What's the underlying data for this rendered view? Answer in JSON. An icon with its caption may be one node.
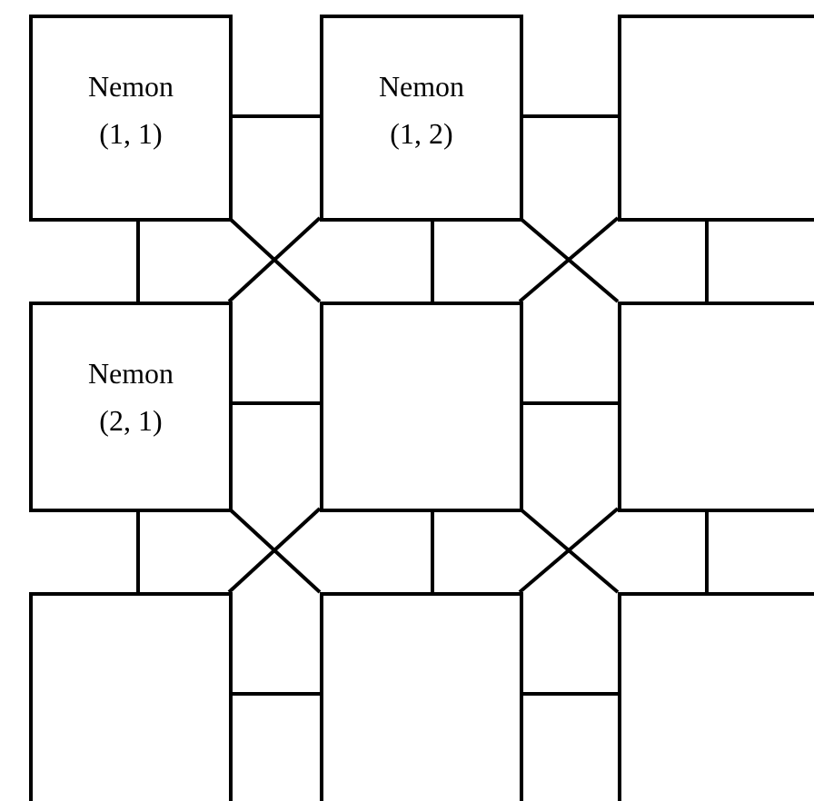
{
  "diagram": {
    "nodes": [
      {
        "text": [
          "Nemon",
          "(1, 1)"
        ]
      },
      {
        "text": [
          "Nemon",
          "(1, 2)"
        ]
      },
      {
        "text": [],
        "shape": "box"
      },
      {
        "text": [
          "Nemon",
          "(2, 1)"
        ]
      },
      {
        "text": [],
        "shape": "box"
      },
      {
        "text": [],
        "shape": "box"
      },
      {
        "text": [],
        "shape": "box"
      },
      {
        "text": [],
        "shape": "box"
      },
      {
        "text": [],
        "shape": "box"
      }
    ],
    "edges": [
      {
        "from": 0,
        "to": 1,
        "arrow": "none"
      },
      {
        "from": 1,
        "to": 2,
        "arrow": "none"
      },
      {
        "from": 0,
        "to": 3,
        "arrow": "none"
      },
      {
        "from": 0,
        "to": 4,
        "arrow": "none"
      },
      {
        "from": 1,
        "to": 3,
        "arrow": "none"
      },
      {
        "from": 1,
        "to": 4,
        "arrow": "none"
      },
      {
        "from": 1,
        "to": 5,
        "arrow": "none"
      },
      {
        "from": 2,
        "to": 4,
        "arrow": "none"
      },
      {
        "from": 2,
        "to": 5,
        "arrow": "none"
      },
      {
        "from": 3,
        "to": 4,
        "arrow": "none"
      },
      {
        "from": 4,
        "to": 5,
        "arrow": "none"
      },
      {
        "from": 3,
        "to": 6,
        "arrow": "none"
      },
      {
        "from": 3,
        "to": 7,
        "arrow": "none"
      },
      {
        "from": 4,
        "to": 6,
        "arrow": "none"
      },
      {
        "from": 4,
        "to": 7,
        "arrow": "none"
      },
      {
        "from": 4,
        "to": 8,
        "arrow": "none"
      },
      {
        "from": 5,
        "to": 7,
        "arrow": "none"
      },
      {
        "from": 5,
        "to": 8,
        "arrow": "none"
      },
      {
        "from": 6,
        "to": 7,
        "arrow": "none"
      },
      {
        "from": 7,
        "to": 8,
        "arrow": "none"
      }
    ]
  }
}
